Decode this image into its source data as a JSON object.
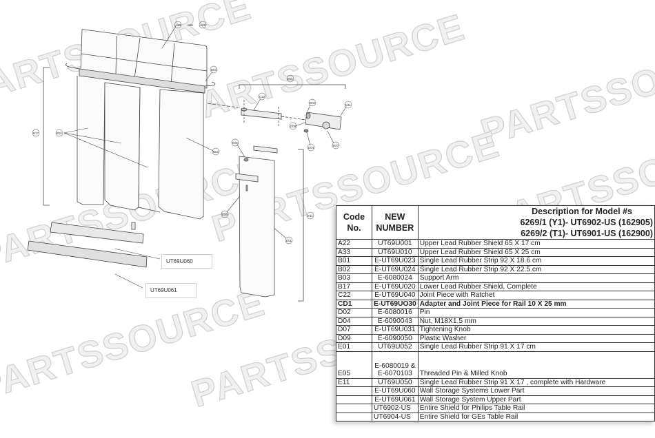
{
  "watermark": "PARTSSOURCE",
  "diagram": {
    "callouts": {
      "a33": "A33",
      "oder": "oder",
      "a22": "A22",
      "b03": "B03",
      "e01_top": "E01",
      "c22": "C22",
      "d02": "D02",
      "d11": "D11",
      "d09": "D09",
      "d04": "D04",
      "d07": "D07",
      "b17": "B17",
      "b01": "B01",
      "b02": "B02",
      "e06": "E06",
      "e05": "E05",
      "e11": "E11",
      "e01_lower": "E01"
    },
    "rail_lower_label": "UT69U060",
    "rail_upper_label": "UT69U061"
  },
  "table": {
    "headers": {
      "code": "Code No.",
      "new_number": "NEW NUMBER",
      "description_line1": "Description for Model #s",
      "description_line2": "6269/1 (Y1)- UT6902-US (162905)",
      "description_line3": "6269/2 (T1)- UT6901-US (162900)"
    },
    "rows": [
      {
        "code": "A22",
        "number": "UT69U001",
        "description": "Upper Lead Rubber Shield 65 X 17 cm"
      },
      {
        "code": "A33",
        "number": "UT69U010",
        "description": "Upper Lead Rubber Shield 65 X 25 cm"
      },
      {
        "code": "B01",
        "number": "E-UT69U023",
        "description": "Single Lead Rubber Strip 92 X 18.6 cm"
      },
      {
        "code": "B02",
        "number": "E-UT69U024",
        "description": "Single Lead Rubber Strip 92 X 22.5 cm"
      },
      {
        "code": "B03",
        "number": "E-6080024",
        "description": "Support Arm"
      },
      {
        "code": "B17",
        "number": "E-UT69U020",
        "description": "Lower Lead Rubber Shield, Complete"
      },
      {
        "code": "C22",
        "number": "E-UT69U040",
        "description": "Joint Piece with Ratchet"
      },
      {
        "code": "CD1",
        "number": "E-UT69UO30",
        "description": "Adapter and Joint Piece for Rail 10 X 25 mm"
      },
      {
        "code": "D02",
        "number": "E-6080016",
        "description": "Pin"
      },
      {
        "code": "D04",
        "number": "E-6090043",
        "description": "Nut,  M18X1.5 mm"
      },
      {
        "code": "D07",
        "number": "E-UT69U031",
        "description": "Tightening Knob"
      },
      {
        "code": "D09",
        "number": "E-6090050",
        "description": "Plastic Washer"
      },
      {
        "code": "E01",
        "number": "UT69U052",
        "description": "Single Lead Rubber Strip 91 X 17 cm"
      },
      {
        "code": "E05",
        "number": "E-6080019 & E-6070103",
        "description": "Threaded Pin & Milled Knob"
      },
      {
        "code": "E11",
        "number": "UT69U050",
        "description": "Single Lead Rubber Strip 91 X 17 , complete with Hardware"
      },
      {
        "code": "",
        "number": "E-UT69U060",
        "description": "Wall Storage Systems Lower Part"
      },
      {
        "code": "",
        "number": "E-UT69U061",
        "description": "Wall Storage System Upper Part"
      },
      {
        "code": "",
        "number": "UT6902-US",
        "description": "Entire Shield for Philips Table Rail"
      },
      {
        "code": "",
        "number": "UT6904-US",
        "description": "Entire Shield for GEs Table Rail"
      }
    ]
  }
}
